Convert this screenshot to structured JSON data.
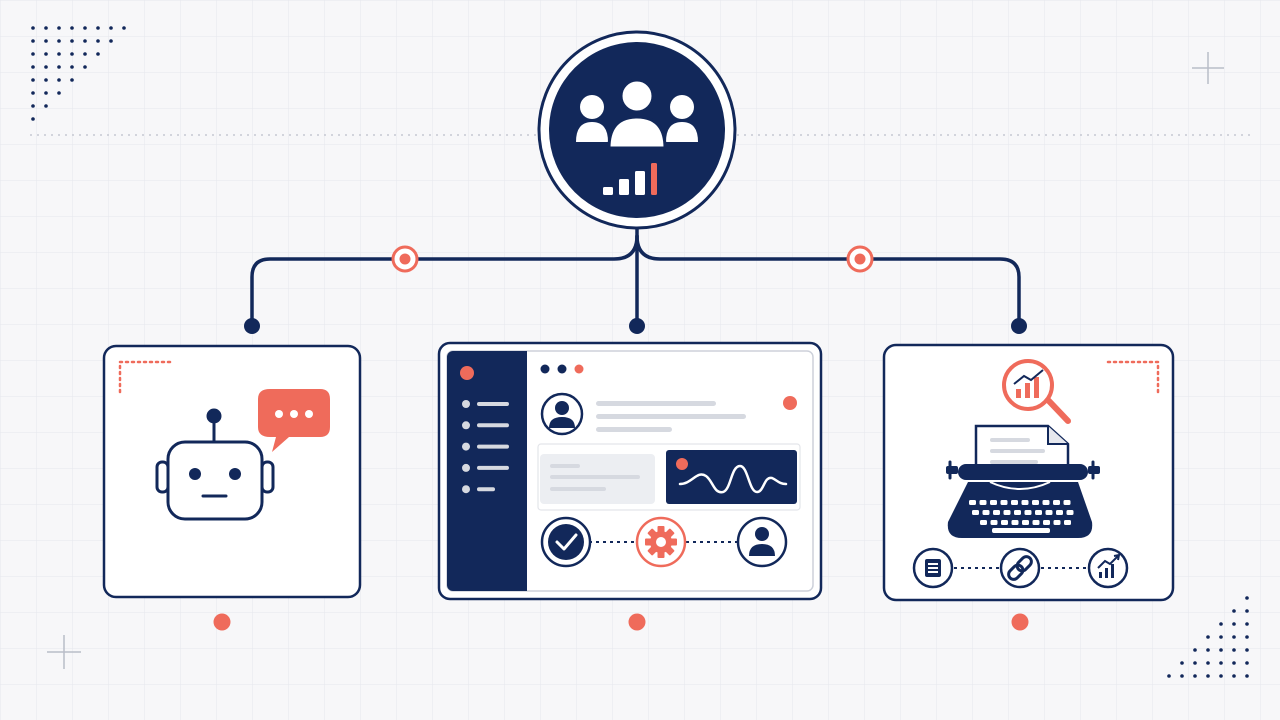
{
  "colors": {
    "navy": "#12285a",
    "coral": "#ef6b5b",
    "background": "#f7f7f9",
    "grid": "#e6e7ed",
    "light_gray": "#d6d9e0",
    "panel_gray": "#eceef2"
  },
  "diagram": {
    "hub": {
      "icon": "team-analytics-icon",
      "signal_bars": 4,
      "highlighted_bar": 4
    },
    "connector_nodes": [
      "left-junction",
      "right-junction"
    ],
    "cards": [
      {
        "id": "chatbot",
        "icons": [
          "robot-icon",
          "chat-bubble-icon"
        ]
      },
      {
        "id": "dashboard",
        "icons": [
          "user-avatar-icon",
          "waveform-icon",
          "check-icon",
          "gear-icon",
          "user-icon"
        ],
        "sidebar_items": 5
      },
      {
        "id": "writing",
        "icons": [
          "magnifier-chart-icon",
          "typewriter-icon",
          "document-icon",
          "link-icon",
          "trend-chart-icon"
        ]
      }
    ]
  }
}
